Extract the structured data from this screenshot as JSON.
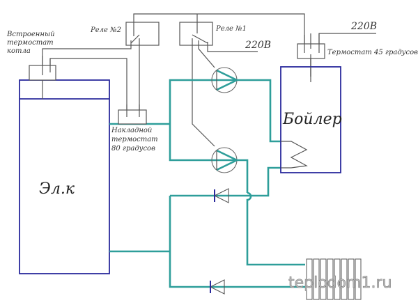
{
  "diagram": {
    "type": "heating-circuit-schematic",
    "colors": {
      "pipe": "#2e9e9a",
      "tank_outline": "#2a2a9c",
      "wire": "#555555",
      "watermark": "#bdbdbd"
    },
    "labels": {
      "builtin_thermostat": [
        "Встроенный",
        "термостат",
        "котла"
      ],
      "relay2": "Реле №2",
      "relay1": "Реле №1",
      "voltage_relay1": "220В",
      "voltage_thermostat45": "220В",
      "thermostat45": "Термостат 45 градусов",
      "overlay_thermostat": [
        "Накладной",
        "термостат",
        "80 градусов"
      ],
      "boiler": "Бойлер",
      "electric_boiler": "Эл.к"
    },
    "components": [
      {
        "id": "electric-boiler",
        "name": "Эл.к"
      },
      {
        "id": "builtin-thermostat",
        "name": "Встроенный термостат котла"
      },
      {
        "id": "overlay-thermostat",
        "name": "Накладной термостат 80 градусов"
      },
      {
        "id": "relay-2",
        "name": "Реле №2"
      },
      {
        "id": "relay-1",
        "name": "Реле №1"
      },
      {
        "id": "thermostat-45",
        "name": "Термостат 45 градусов"
      },
      {
        "id": "indirect-boiler",
        "name": "Бойлер"
      },
      {
        "id": "pump-upper",
        "name": "pump"
      },
      {
        "id": "pump-lower",
        "name": "pump"
      },
      {
        "id": "check-valve-upper",
        "name": "check valve"
      },
      {
        "id": "check-valve-lower",
        "name": "check valve"
      },
      {
        "id": "radiator",
        "name": "radiator"
      }
    ],
    "watermark": "teplodom1.ru"
  }
}
